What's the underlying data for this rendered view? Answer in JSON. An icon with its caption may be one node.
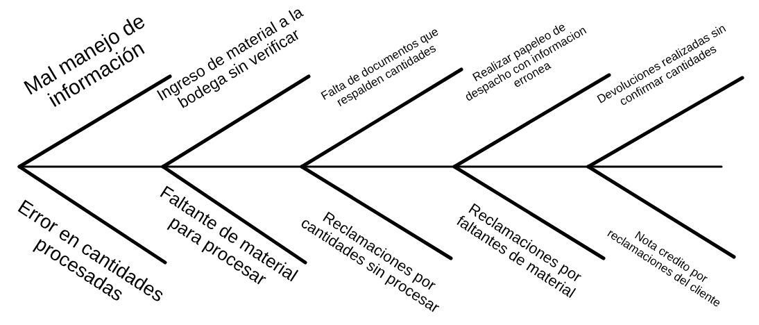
{
  "diagram": {
    "labels": [
      "Mal manejo de información",
      "Ingreso de material a la bodega sin verificar",
      "Falta de documentos que respalden cantidades",
      "Realizar papeleo de despacho con informacion erronea",
      "Devoluciones realizadas sin confirmar cantidades",
      "Error en cantidades procesadas",
      "Faltante de material para procesar",
      "Reclamaciones por cantidades sin procesar",
      "Reclamaciones por faltantes de material",
      "Nota credito por reclamaciones del cliente"
    ]
  }
}
